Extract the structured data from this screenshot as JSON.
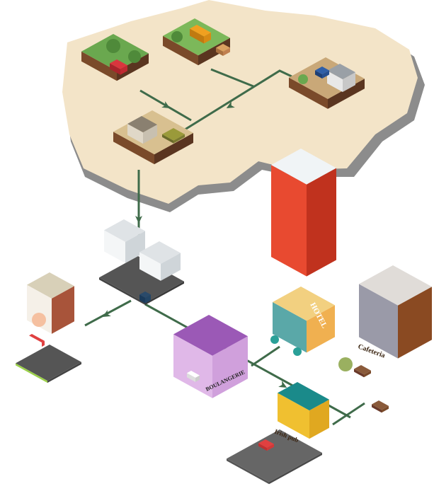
{
  "colors": {
    "land": "#f3e4c8",
    "land_shadow": "#8c8c8c",
    "route": "#3f6b4a",
    "grass": "#6aa84f",
    "soil": "#7a4a2a"
  },
  "signs": {
    "hotel": "HOTEL",
    "boulangerie": "BOULANGERIE",
    "cafeteria": "Cafeteria",
    "pub": "Irish pub"
  },
  "icons": [
    "farm-tile",
    "orchard-tile",
    "barn-tile",
    "processing-plant-tile",
    "warehouse",
    "ice-cream-shop",
    "hotel",
    "bakery",
    "cafeteria",
    "pub"
  ]
}
